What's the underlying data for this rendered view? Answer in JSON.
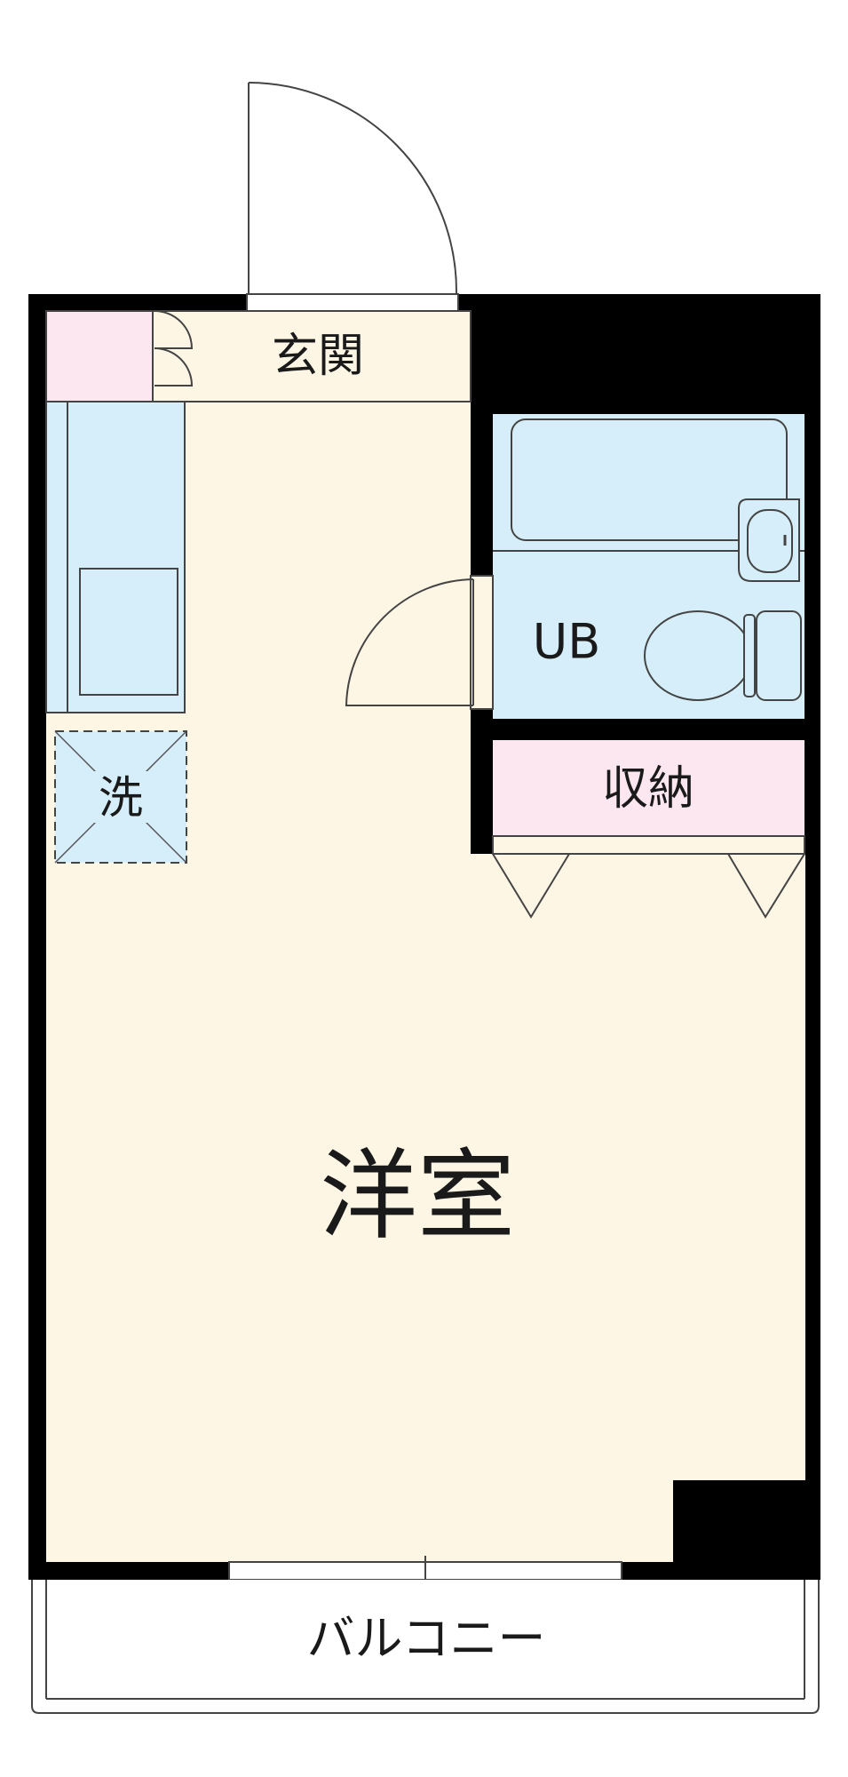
{
  "rooms": {
    "genkan": "玄関",
    "ub": "UB",
    "washer": "洗",
    "closet": "収納",
    "western_room": "洋室",
    "balcony": "バルコニー"
  },
  "colors": {
    "floor": "#fdf6e4",
    "bath": "#d5eef9",
    "storage": "#fce6ef",
    "wall": "#000000",
    "line": "#444444"
  }
}
